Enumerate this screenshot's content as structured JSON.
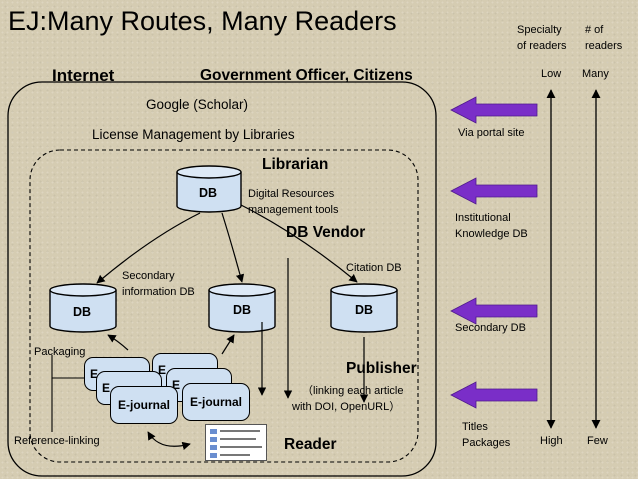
{
  "title": "EJ:Many Routes, Many Readers",
  "zones": {
    "internet": "Internet",
    "government": "Government Officer, Citizens",
    "google": "Google (Scholar)",
    "license": "License Management by Libraries",
    "librarian": "Librarian",
    "db_vendor": "DB Vendor",
    "publisher": "Publisher",
    "reader": "Reader"
  },
  "databases": {
    "main": "DB",
    "left": "DB",
    "middle": "DB",
    "right": "DB"
  },
  "labels": {
    "digital_resources_1": "Digital Resources",
    "digital_resources_2": "management tools",
    "secondary_info_1": "Secondary",
    "secondary_info_2": "information DB",
    "citation_db": "Citation DB",
    "packaging": "Packaging",
    "linking_1": "（linking each article",
    "linking_2": "with DOI, OpenURL）",
    "reference_linking": "Reference-linking"
  },
  "ejournals": {
    "front_left": "E-journal",
    "front_right": "E-journal",
    "peek_1": "E",
    "peek_2": "E",
    "peek_3": "E",
    "peek_4": "E"
  },
  "routes": {
    "portal": "Via portal site",
    "institutional_1": "Institutional",
    "institutional_2": "Knowledge DB",
    "secondary": "Secondary DB",
    "titles_1": "Titles",
    "titles_2": "Packages"
  },
  "scales": {
    "specialty_1": "Specialty",
    "specialty_2": "of readers",
    "readers_1": "# of",
    "readers_2": "readers",
    "specialty_low": "Low",
    "specialty_high": "High",
    "readers_many": "Many",
    "readers_few": "Few"
  },
  "colors": {
    "background": "#d5ccb2",
    "db_fill": "#cfe0f2",
    "route_arrow": "#7a2ec8"
  }
}
